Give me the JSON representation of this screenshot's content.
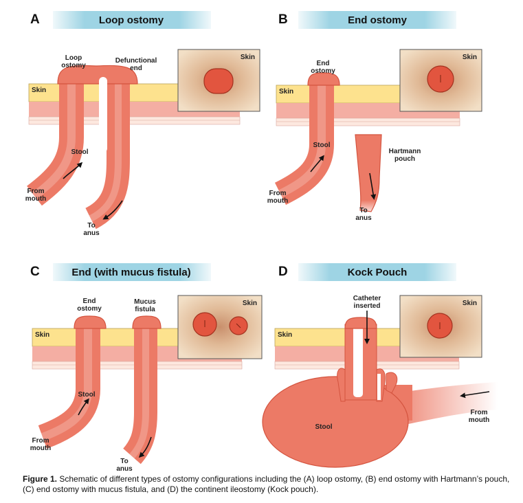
{
  "colors": {
    "bowel": "#ec7a66",
    "bowel_dark": "#d4543f",
    "skin_yellow": "#fde28e",
    "skin_pink": "#f4aea3",
    "skin_box": "#e9cdae",
    "stoma": "#e2553f",
    "banner": "#9ed4e4"
  },
  "panels": [
    {
      "letter": "A",
      "title": "Loop ostomy",
      "skin_layer_label": "Skin",
      "skin_box_label": "Skin",
      "labels": {
        "loop_ostomy_1": "Loop",
        "loop_ostomy_2": "ostomy",
        "defunctional_1": "Defunctional",
        "defunctional_2": "end",
        "stool": "Stool",
        "from_mouth_1": "From",
        "from_mouth_2": "mouth",
        "to_anus_1": "To",
        "to_anus_2": "anus"
      }
    },
    {
      "letter": "B",
      "title": "End ostomy",
      "skin_layer_label": "Skin",
      "skin_box_label": "Skin",
      "labels": {
        "end_ostomy_1": "End",
        "end_ostomy_2": "ostomy",
        "stool": "Stool",
        "hartmann_1": "Hartmann",
        "hartmann_2": "pouch",
        "from_mouth_1": "From",
        "from_mouth_2": "mouth",
        "to_anus_1": "To",
        "to_anus_2": "anus"
      }
    },
    {
      "letter": "C",
      "title": "End (with mucus fistula)",
      "skin_layer_label": "Skin",
      "skin_box_label": "Skin",
      "labels": {
        "end_ostomy_1": "End",
        "end_ostomy_2": "ostomy",
        "mucus_1": "Mucus",
        "mucus_2": "fistula",
        "stool": "Stool",
        "from_mouth_1": "From",
        "from_mouth_2": "mouth",
        "to_anus_1": "To",
        "to_anus_2": "anus"
      }
    },
    {
      "letter": "D",
      "title": "Kock Pouch",
      "skin_layer_label": "Skin",
      "skin_box_label": "Skin",
      "labels": {
        "catheter_1": "Catheter",
        "catheter_2": "inserted",
        "stool": "Stool",
        "from_mouth_1": "From",
        "from_mouth_2": "mouth"
      }
    }
  ],
  "caption": {
    "figure_label": "Figure 1.",
    "text": " Schematic of different types of ostomy configurations including the (A) loop ostomy, (B) end ostomy with Hartmann’s pouch, (C) end ostomy with mucus fistula, and (D) the continent ileostomy (Kock pouch)."
  }
}
